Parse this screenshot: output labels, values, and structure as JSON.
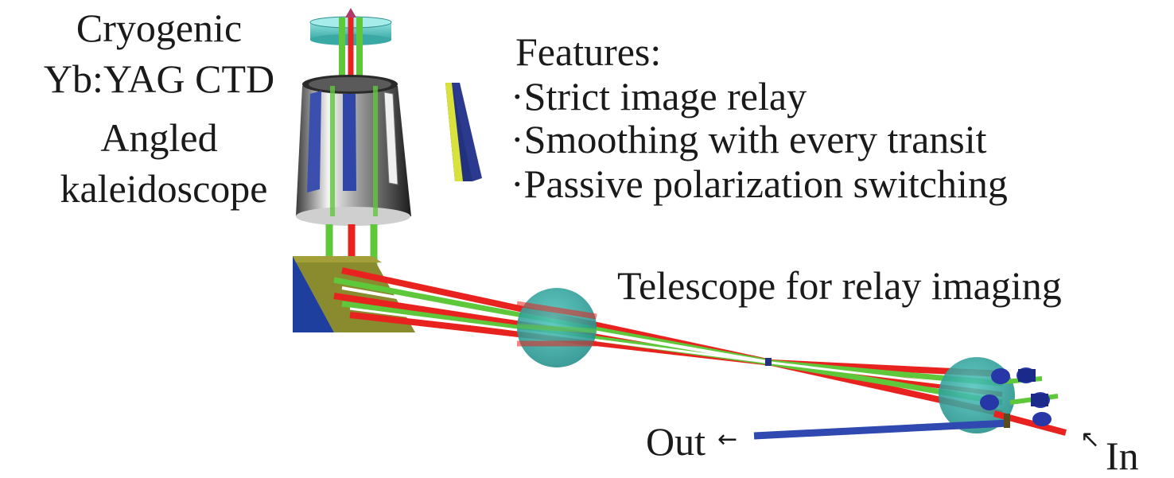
{
  "labels": {
    "crystal_line1": "Cryogenic",
    "crystal_line2": "Yb:YAG CTD",
    "kaleido_line1": "Angled",
    "kaleido_line2": "kaleidoscope",
    "telescope": "Telescope for relay imaging",
    "out": "Out",
    "in": "In",
    "out_arrow": "←",
    "in_arrow": "↖"
  },
  "features": {
    "heading": "Features:",
    "items": [
      "·Strict image relay",
      "·Smoothing with every transit",
      "·Passive polarization switching"
    ]
  },
  "colors": {
    "beam_red": "#e8231f",
    "beam_green": "#5ec83a",
    "beam_white": "#ffffff",
    "output_beam": "#2f49b0",
    "lens_teal": "#2fa6a0",
    "prism_olive": "#8a8a2e",
    "prism_blue": "#1f3f9e",
    "mirror_blue": "#23327f",
    "mirror_yellow": "#d8e23a"
  }
}
